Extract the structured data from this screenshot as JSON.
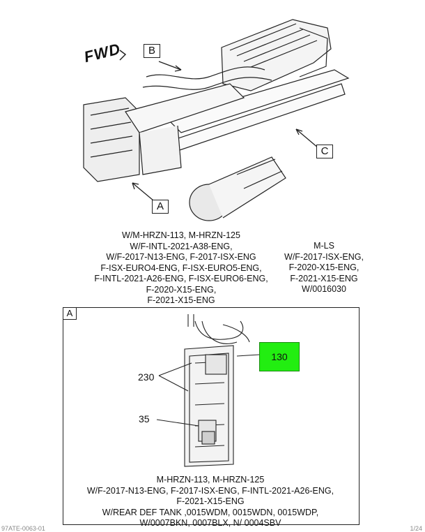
{
  "orientation": {
    "fwd_label": "FWD"
  },
  "view_labels": {
    "a": "A",
    "b": "B",
    "c": "C"
  },
  "captions": {
    "left": "W/M-HRZN-113, M-HRZN-125\nW/F-INTL-2021-A38-ENG,\nW/F-2017-N13-ENG, F-2017-ISX-ENG\nF-ISX-EURO4-ENG, F-ISX-EURO5-ENG,\nF-INTL-2021-A26-ENG, F-ISX-EURO6-ENG,\nF-2020-X15-ENG,\nF-2021-X15-ENG",
    "right": "M-LS\nW/F-2017-ISX-ENG,\nF-2020-X15-ENG,\nF-2021-X15-ENG\nW/0016030"
  },
  "detail": {
    "tag": "A",
    "callouts": {
      "c130": "130",
      "c230": "230",
      "c35": "35"
    },
    "caption": "M-HRZN-113, M-HRZN-125\nW/F-2017-N13-ENG, F-2017-ISX-ENG, F-INTL-2021-A26-ENG,\nF-2021-X15-ENG\nW/REAR DEF TANK ,0015WDM, 0015WDN, 0015WDP,\nW/0007BKN, 0007BLX, N/ 0004SBV"
  },
  "footer": {
    "left": "97ATE-0063-01",
    "right": "1/24"
  },
  "colors": {
    "highlight": "#22ee11",
    "line": "#222222"
  }
}
